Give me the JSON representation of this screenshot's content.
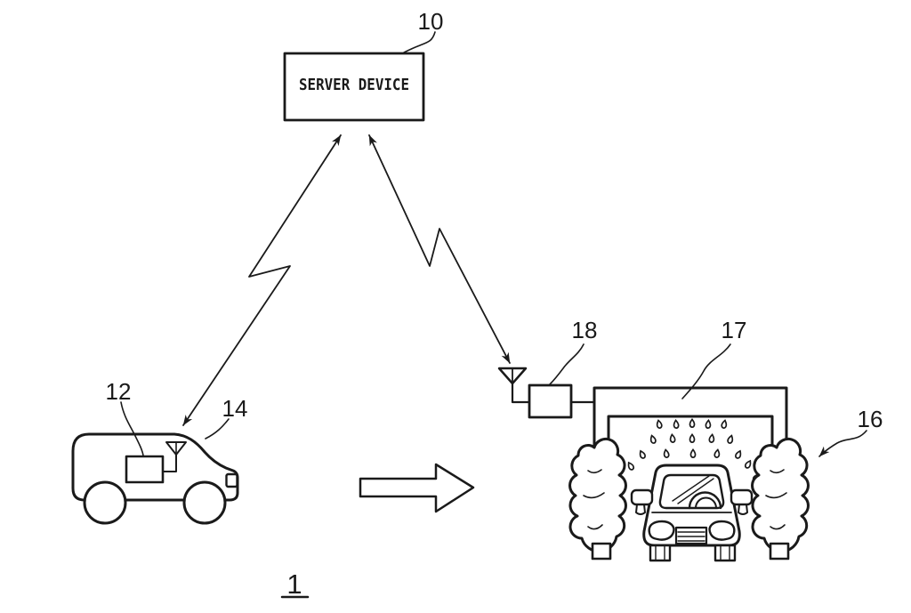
{
  "figure": {
    "server_box_text": "SERVER DEVICE",
    "labels": {
      "server": "10",
      "vehicle_device": "12",
      "vehicle_antenna": "14",
      "brush": "16",
      "gantry": "17",
      "carwash_controller": "18",
      "figure_number": "1"
    }
  },
  "colors": {
    "line": "#1a1a1a",
    "background": "#ffffff"
  }
}
